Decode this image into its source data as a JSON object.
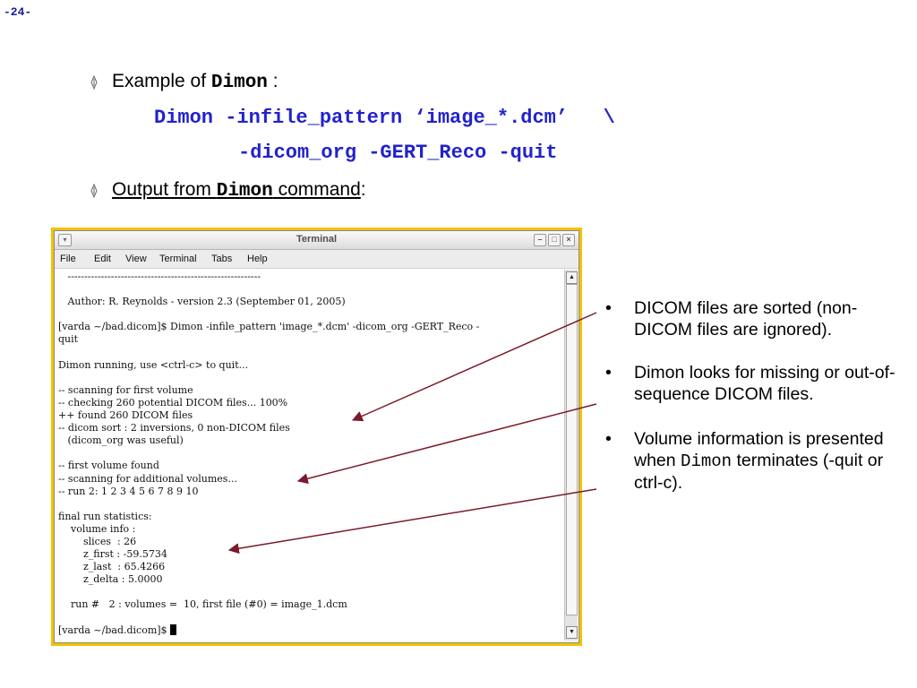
{
  "page_number": "-24-",
  "bullets": [
    {
      "prefix": "Example of ",
      "code": "Dimon",
      "suffix": " :"
    },
    {
      "prefix": "Output from ",
      "code": "Dimon",
      "suffix_u": " command",
      "suffix": ":"
    }
  ],
  "code_lines": [
    "Dimon -infile_pattern ‘image_*.dcm’   \\",
    "-dicom_org -GERT_Reco -quit"
  ],
  "terminal": {
    "title": "Terminal",
    "title_menu_icon": "chevron-down-icon",
    "window_buttons": [
      "minimize-icon",
      "maximize-icon",
      "close-icon"
    ],
    "menu": [
      "File",
      "Edit",
      "View",
      "Terminal",
      "Tabs",
      "Help"
    ],
    "output_lines": [
      "   ----------------------------------------------------------",
      "",
      "   Author: R. Reynolds - version 2.3 (September 01, 2005)",
      "",
      "[varda ~/bad.dicom]$ Dimon -infile_pattern 'image_*.dcm' -dicom_org -GERT_Reco -",
      "quit",
      "",
      "Dimon running, use <ctrl-c> to quit...",
      "",
      "-- scanning for first volume",
      "-- checking 260 potential DICOM files... 100%",
      "++ found 260 DICOM files",
      "-- dicom sort : 2 inversions, 0 non-DICOM files",
      "   (dicom_org was useful)",
      "",
      "-- first volume found",
      "-- scanning for additional volumes...",
      "-- run 2: 1 2 3 4 5 6 7 8 9 10",
      "",
      "final run statistics:",
      "    volume info :",
      "        slices  : 26",
      "        z_first : -59.5734",
      "        z_last  : 65.4266",
      "        z_delta : 5.0000",
      "",
      "    run #   2 : volumes =  10, first file (#0) = image_1.dcm",
      ""
    ],
    "prompt": "[varda ~/bad.dicom]$ "
  },
  "notes": [
    {
      "text": "DICOM files are sorted (non-DICOM files are ignored)."
    },
    {
      "text": "Dimon looks for missing or out-of-sequence DICOM files."
    },
    {
      "text_a": "Volume information is presented when ",
      "code": "Dimon",
      "text_b": " terminates (-quit or ctrl-c)."
    }
  ],
  "note_bullet": "•",
  "colors": {
    "code": "#2222cc",
    "frame": "#f2c200",
    "arrow": "#7a1a2a"
  }
}
